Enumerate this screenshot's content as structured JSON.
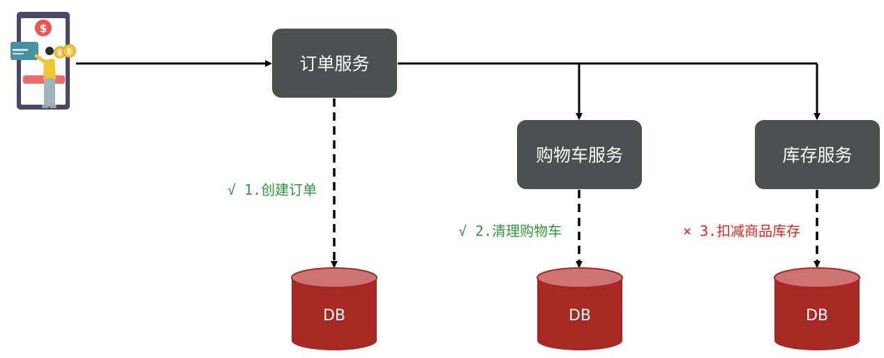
{
  "services": {
    "order": {
      "label": "订单服务"
    },
    "cart": {
      "label": "购物车服务"
    },
    "stock": {
      "label": "库存服务"
    }
  },
  "steps": {
    "create_order": {
      "text": "√ 1.创建订单",
      "color": "#2e9a36"
    },
    "clear_cart": {
      "text": "√ 2.清理购物车",
      "color": "#2e9a36"
    },
    "deduct_stock": {
      "text": "× 3.扣减商品库存",
      "color": "#e8231a"
    }
  },
  "databases": {
    "order_db": {
      "label": "DB"
    },
    "cart_db": {
      "label": "DB"
    },
    "stock_db": {
      "label": "DB"
    }
  },
  "colors": {
    "service_box": "#4b5150",
    "db_body": "#a82824",
    "db_top": "#cd7373",
    "success": "#2e9a36",
    "failure": "#e8231a"
  },
  "icons": {
    "client": "mobile-payment-icon"
  }
}
